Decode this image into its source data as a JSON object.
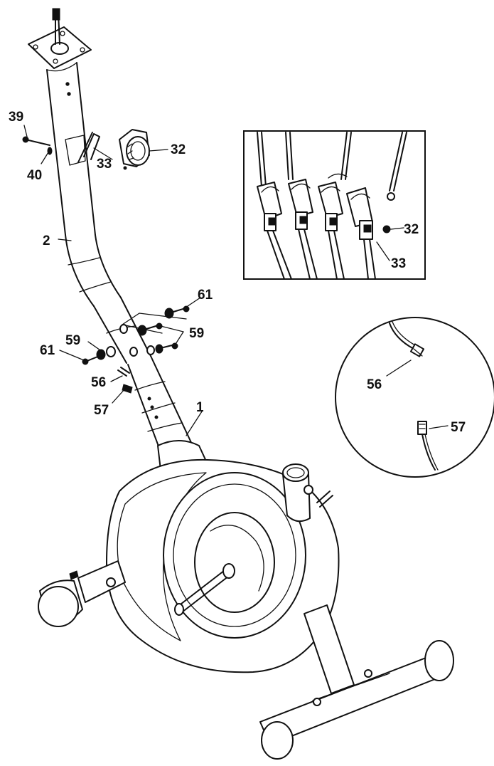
{
  "diagram": {
    "part_labels": {
      "p39": "39",
      "p40": "40",
      "p33": "33",
      "p32": "32",
      "p2": "2",
      "p61a": "61",
      "p59a": "59",
      "p61b": "61",
      "p59b": "59",
      "p56": "56",
      "p57": "57",
      "p1": "1"
    },
    "inset_box_labels": {
      "p32": "32",
      "p33": "33"
    },
    "inset_circle_labels": {
      "p56": "56",
      "p57": "57"
    }
  }
}
